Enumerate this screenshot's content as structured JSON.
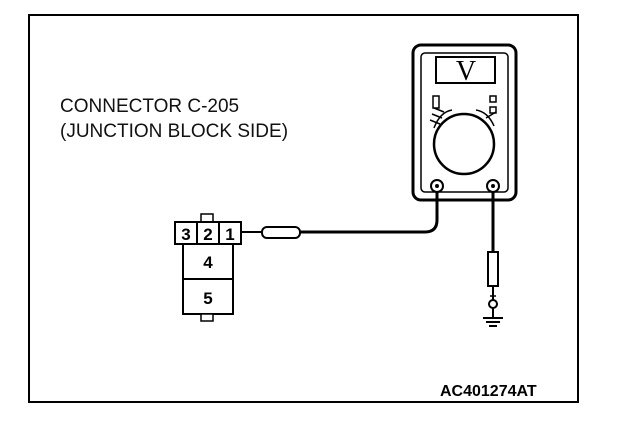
{
  "diagram": {
    "label_line1": "CONNECTOR C-205",
    "label_line2": "(JUNCTION BLOCK SIDE)",
    "figure_code": "AC401274AT",
    "meter_symbol": "V",
    "connector_pins": [
      "3",
      "2",
      "1",
      "4",
      "5"
    ],
    "icons": [
      "voltmeter-icon",
      "ground-symbol-icon",
      "probe-icon"
    ]
  }
}
